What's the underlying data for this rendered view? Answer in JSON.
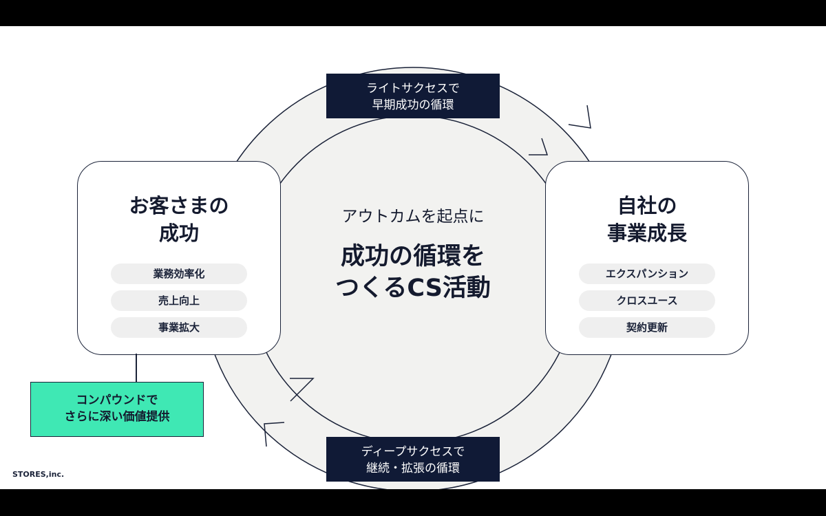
{
  "center": {
    "subtitle": "アウトカムを起点に",
    "title_line1": "成功の循環を",
    "title_line2": "つくるCS活動"
  },
  "left_box": {
    "title_line1": "お客さまの",
    "title_line2": "成功",
    "items": [
      "業務効率化",
      "売上向上",
      "事業拡大"
    ]
  },
  "right_box": {
    "title_line1": "自社の",
    "title_line2": "事業成長",
    "items": [
      "エクスパンション",
      "クロスユース",
      "契約更新"
    ]
  },
  "top_label": {
    "line1": "ライトサクセスで",
    "line2": "早期成功の循環"
  },
  "bottom_label": {
    "line1": "ディープサクセスで",
    "line2": "継続・拡張の循環"
  },
  "compound": {
    "line1": "コンパウンドで",
    "line2": "さらに深い価値提供"
  },
  "footer": {
    "logo": "STORES,inc."
  },
  "colors": {
    "navy": "#101a36",
    "ring_fill": "#f2f2f0",
    "accent_green": "#3fe8b4",
    "pill_gray": "#efefef"
  }
}
